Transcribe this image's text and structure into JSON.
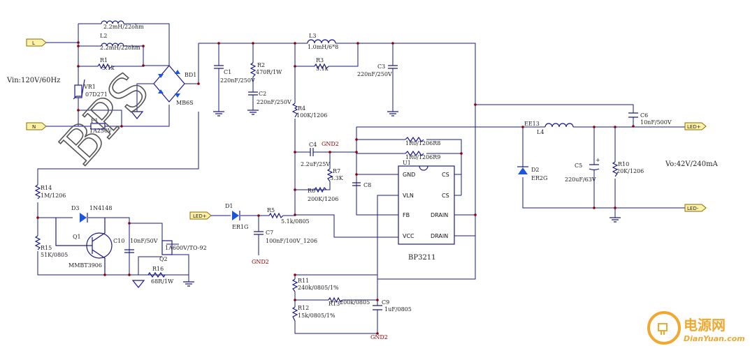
{
  "labels": {
    "l2a": "2.2mH/22ohm",
    "l2": "L2",
    "l2b": "2.2mH/22ohm",
    "r1": "R1",
    "r1v": "5.1k",
    "vr1": "VR1",
    "vr1v": "07D271",
    "bd1": "BD1",
    "mb6s": "MB6S",
    "vin": "Vin:120V/60Hz",
    "f1": "F1",
    "f1v": "1A250V",
    "c1": "C1",
    "c1v": "220nF/250V",
    "r2": "R2",
    "r2v": "470R/1W",
    "c2": "C2",
    "c2v": "220nF/250V",
    "l3": "L3",
    "l3v": "1.0mH/6*8",
    "r3": "R3",
    "r3v": "5.1k",
    "c3": "C3",
    "c3v": "220nF/250V",
    "r4": "R4",
    "r4v": "100K/1206",
    "c4": "C4",
    "c4v": "2.2uF/25V",
    "gnd2a": "GND2",
    "r7": "R7",
    "r7v": "3.3K",
    "c8": "C8",
    "r6": "R6",
    "r6v": "200K/1206",
    "r8": "1R0/1206R8",
    "r9": "1R0/1206R9",
    "u1": "U1",
    "gnd": "GND",
    "cs1": "CS",
    "cs2": "CS",
    "vln": "VLN",
    "fb": "FB",
    "drain1": "DRAIN",
    "drain2": "DRAIN",
    "vcc": "VCC",
    "bp3211": "BP3211",
    "d1": "D1",
    "er1g": "ER1G",
    "r5": "R5",
    "r5v": "5.1k/0805",
    "c7": "C7",
    "c7v": "100nF/100V_1206",
    "gnd2b": "GND2",
    "r14": "R14",
    "r14v": "1M/1206",
    "d3": "D3",
    "d3v": "1N4148",
    "q1": "Q1",
    "r15": "R15",
    "r15v": "51K/0805",
    "mmbt": "MMBT3906",
    "c10": "C10",
    "c10v": "10nF/50V",
    "q2v": "1A600V/TO-92",
    "q2": "Q2",
    "r16": "R16",
    "r16v": "68R/1W",
    "r11": "R11",
    "r11v": "240k/0805/1%",
    "r13": "R13",
    "r13v": "200k/0805",
    "r12": "R12",
    "r12v": "15k/0805/1%",
    "c9": "C9",
    "c9v": "1uF/0805",
    "gnd2c": "GND2",
    "ee13": "EE13",
    "l4": "L4",
    "c6": "C6",
    "c6v": "10nF/500V",
    "d2": "D2",
    "er2g": "ER2G",
    "c5": "C5",
    "c5v": "220uF/63V",
    "r10": "R10",
    "r10v": "20K/1206",
    "vo": "Vo:42V/240mA"
  },
  "terminals": {
    "l": "L",
    "n": "N",
    "ledin": "LED+",
    "ledp": "LED+",
    "ledm": "LED-"
  },
  "watermark": "BPS",
  "logo": {
    "cn": "电源网",
    "url": "DianYuan.com"
  }
}
